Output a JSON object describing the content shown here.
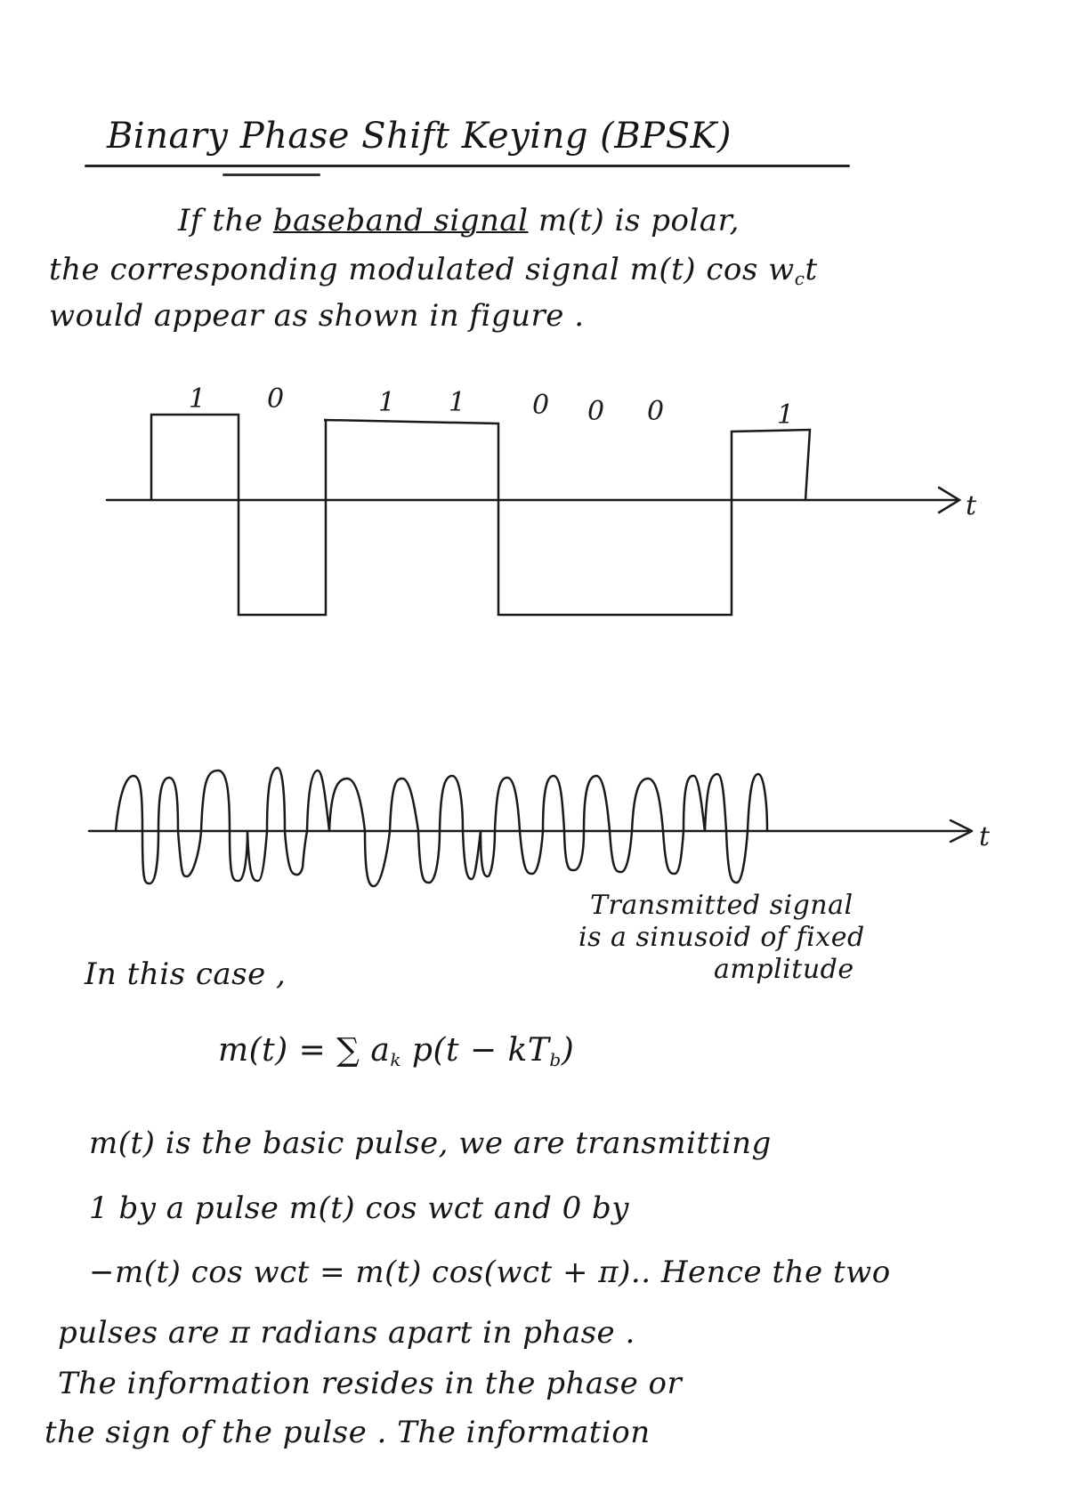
{
  "title": "Binary Phase Shift Keying (BPSK)",
  "intro": {
    "line1_prefix": "If the ",
    "line1_underlined": "baseband signal",
    "line1_suffix": " m(t) is polar,",
    "line2": "the corresponding modulated signal m(t) cos w",
    "line2_sub": "c",
    "line2_end": "t",
    "line3": "would appear as shown in figure ."
  },
  "figure_baseband": {
    "bits": [
      "1",
      "0",
      "1",
      "1",
      "0",
      "0",
      "0",
      "1"
    ],
    "axis_label": "t",
    "levels": [
      1,
      -1,
      1,
      1,
      -1,
      -1,
      -1,
      1
    ]
  },
  "figure_modulated": {
    "axis_label": "t",
    "caption_lines": [
      "Transmitted signal",
      "is a sinusoid of fixed",
      "amplitude"
    ]
  },
  "body": {
    "in_this_case": "In this case ,",
    "equation": "m(t) = ∑ aₖ p(t − kTᵦ)",
    "equation_lhs": "m(t) = ",
    "equation_rhs": "∑ a",
    "equation_k": "k",
    "equation_p": " p(t − kT",
    "equation_b": "b",
    "equation_close": ")",
    "para1_line1": "m(t) is the basic pulse, we are transmitting",
    "para1_line2": "1 by a pulse m(t) cos wᴄt and 0 by",
    "para2_line1": "−m(t) cos wᴄt = m(t) cos(wᴄt + π).. Hence the two",
    "para2_line2": "pulses are π radians apart in phase .",
    "para2_line3": "The information resides in the phase or",
    "para2_line4": "the sign of the pulse . The information"
  }
}
